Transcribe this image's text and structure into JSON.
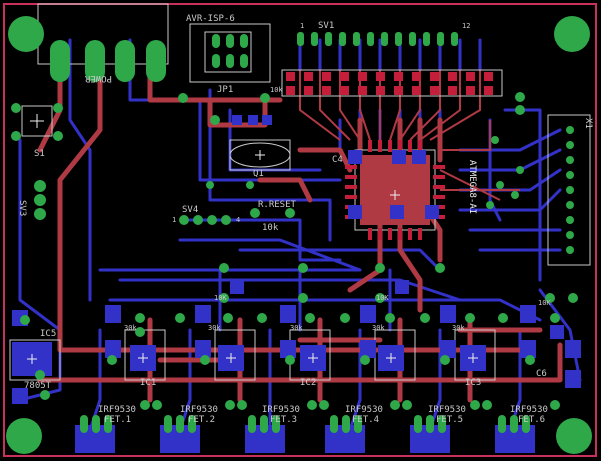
{
  "colors": {
    "background": "#000000",
    "board_outline": "#c8325a",
    "top_copper": "#b03a44",
    "bottom_copper": "#3232c8",
    "pad": "#2fa84a",
    "silkscreen": "#c9c9c9",
    "smd_pad": "#c41e3a"
  },
  "labels": {
    "avr_isp": "AVR-ISP-6",
    "jp1": "JP1",
    "sv1": "SV1",
    "sv1_pin1": "1",
    "sv1_pin12": "12",
    "power": "POWER",
    "s1": "S1",
    "q1": "Q1",
    "sv4": "SV4",
    "sv4_pin1": "1",
    "sv4_pin4": "4",
    "reset": "R.RESET",
    "reset_val": "10k",
    "r10k": "10k",
    "ic5": "IC5",
    "reg": "7805T",
    "c4": "C4",
    "x1": "X1",
    "mcu": "ATMEGA8-AI",
    "fet1": "FET.1",
    "fet2": "FET.2",
    "fet3": "FET.3",
    "fet4": "FET.4",
    "fet5": "FET.5",
    "fet6": "FET.6",
    "fet_type": "IRF9530",
    "ic1": "IC1",
    "ic2": "IC2",
    "ic3": "IC3",
    "r30k": "30k",
    "r10k_b": "10K",
    "c6": "C6",
    "sv3": "SV3"
  }
}
